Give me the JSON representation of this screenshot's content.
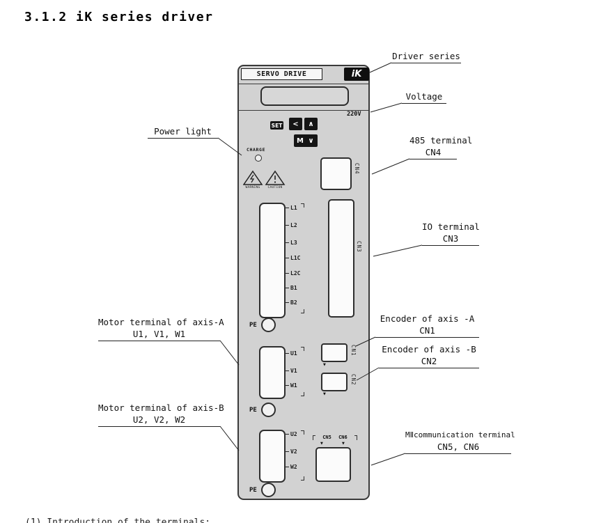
{
  "page": {
    "title": "3.1.2 iK series driver",
    "bottom_text": "(1) Introduction of the terminals:"
  },
  "device": {
    "brand": "SERVO DRIVE",
    "logo": "iK",
    "voltage": "220V",
    "buttons": {
      "set": "SET",
      "left": "<",
      "up": "∧",
      "mode": "M",
      "down": "∨"
    },
    "charge": "CHARGE",
    "warnings": [
      "WARNING",
      "CAUTION"
    ],
    "power_pins": [
      "L1",
      "L2",
      "L3",
      "L1C",
      "L2C",
      "B1",
      "B2"
    ],
    "motor_a_pins": [
      "U1",
      "V1",
      "W1"
    ],
    "motor_b_pins": [
      "U2",
      "V2",
      "W2"
    ],
    "pe": "PE",
    "cn1": "CN1",
    "cn2": "CN2",
    "cn3": "CN3",
    "cn4": "CN4",
    "cn5": "CN5",
    "cn6": "CN6"
  },
  "callouts": {
    "driver_series": "Driver series",
    "voltage": "Voltage",
    "t485": {
      "l1": "485 terminal",
      "l2": "CN4"
    },
    "io": {
      "l1": "IO terminal",
      "l2": "CN3"
    },
    "enc_a": {
      "l1": "Encoder of axis -A",
      "l2": "CN1"
    },
    "enc_b": {
      "l1": "Encoder of axis -B",
      "l2": "CN2"
    },
    "mii": {
      "l1": "MⅡcommunication terminal",
      "l2": "CN5, CN6"
    },
    "power_light": "Power light",
    "motor_a": {
      "l1": "Motor terminal of axis-A",
      "l2": "U1, V1, W1"
    },
    "motor_b": {
      "l1": "Motor terminal of axis-B",
      "l2": "U2, V2, W2"
    }
  }
}
